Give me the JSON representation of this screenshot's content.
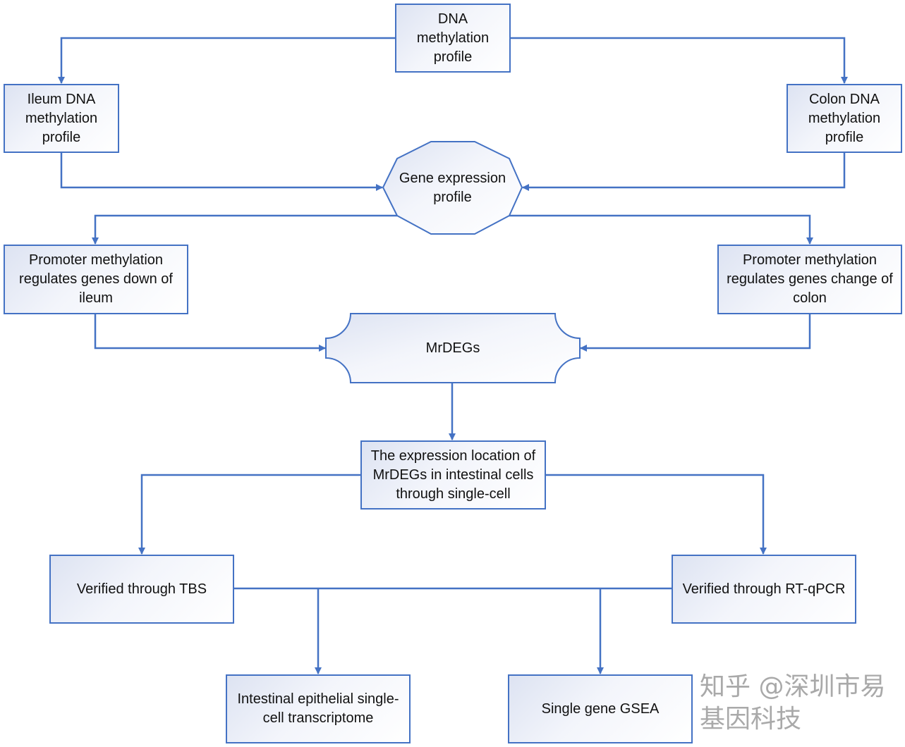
{
  "colors": {
    "stroke": "#4472C4",
    "fill_start": "#dde3f2",
    "fill_end": "#ffffff"
  },
  "nodes": {
    "dna": "DNA methylation profile",
    "ileum": "Ileum DNA methylation profile",
    "colon": "Colon DNA methylation profile",
    "gene_expression": "Gene expression profile",
    "promoter_ileum": "Promoter methylation regulates genes down of ileum",
    "promoter_colon": "Promoter methylation regulates genes change of colon",
    "mrdegs": "MrDEGs",
    "expression_location": "The expression location of MrDEGs in intestinal cells through single-cell",
    "tbs": "Verified through TBS",
    "rtqpcr": "Verified through RT-qPCR",
    "intestinal": "Intestinal epithelial single-cell transcriptome",
    "gsea": "Single gene GSEA"
  },
  "watermark": "知乎 @深圳市易基因科技"
}
